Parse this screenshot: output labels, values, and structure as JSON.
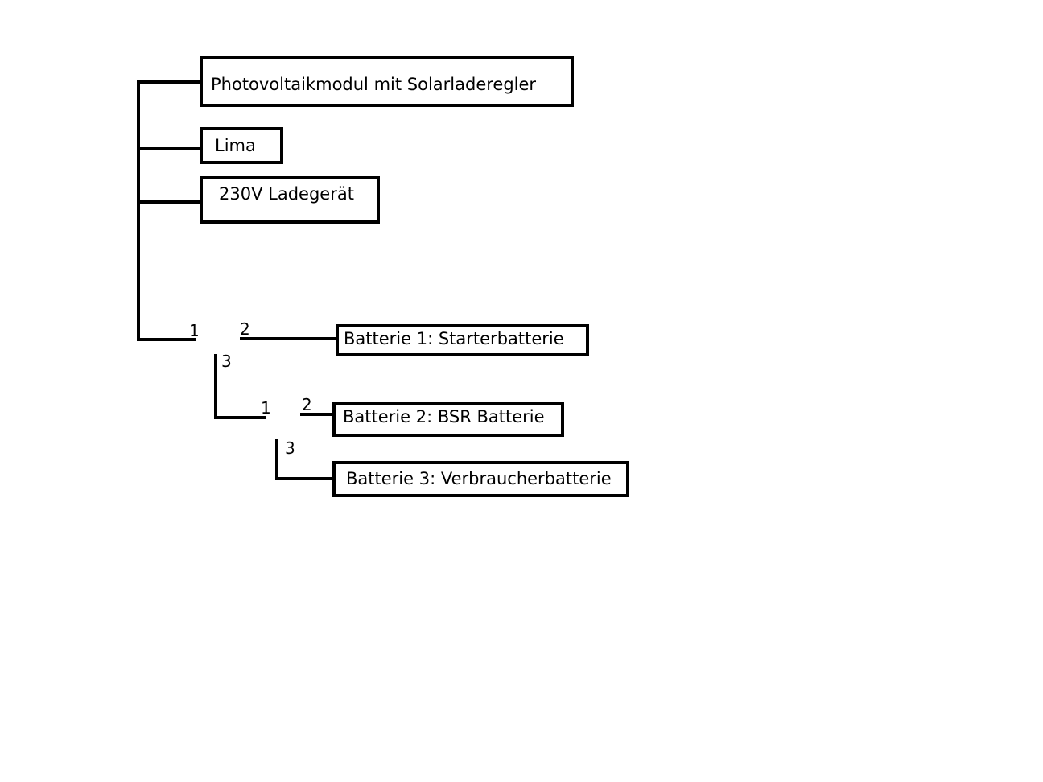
{
  "sources": [
    {
      "id": "pv",
      "label": "Photovoltaikmodul mit Solarladeregler"
    },
    {
      "id": "lima",
      "label": "Lima"
    },
    {
      "id": "charger",
      "label": "230V Ladegerät"
    }
  ],
  "switches": [
    {
      "id": "switch-1",
      "terminals": [
        "1",
        "2",
        "3"
      ]
    },
    {
      "id": "switch-2",
      "terminals": [
        "1",
        "2",
        "3"
      ]
    }
  ],
  "batteries": [
    {
      "id": "battery-1",
      "label": "Batterie 1: Starterbatterie"
    },
    {
      "id": "battery-2",
      "label": "Batterie 2: BSR Batterie"
    },
    {
      "id": "battery-3",
      "label": "Batterie 3: Verbraucherbatterie"
    }
  ],
  "colors": {
    "line": "#000000",
    "background": "#ffffff"
  }
}
